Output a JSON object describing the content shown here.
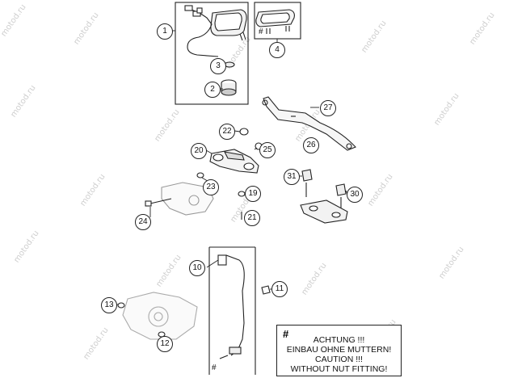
{
  "watermark": "motod.ru",
  "callouts": {
    "c1": "1",
    "c2": "2",
    "c3": "3",
    "c4": "4",
    "c10": "10",
    "c11": "11",
    "c12": "12",
    "c13": "13",
    "c19": "19",
    "c20": "20",
    "c21": "21",
    "c22": "22",
    "c23": "23",
    "c24": "24",
    "c25": "25",
    "c26": "26",
    "c27": "27",
    "c30": "30",
    "c31": "31"
  },
  "hash_marks": {
    "box4": "#",
    "sensor": "#"
  },
  "note": {
    "hash": "#",
    "line1": "ACHTUNG !!!",
    "line2": "EINBAU OHNE MUTTERN!",
    "line3": "CAUTION !!!",
    "line4": "WITHOUT NUT FITTING!"
  }
}
